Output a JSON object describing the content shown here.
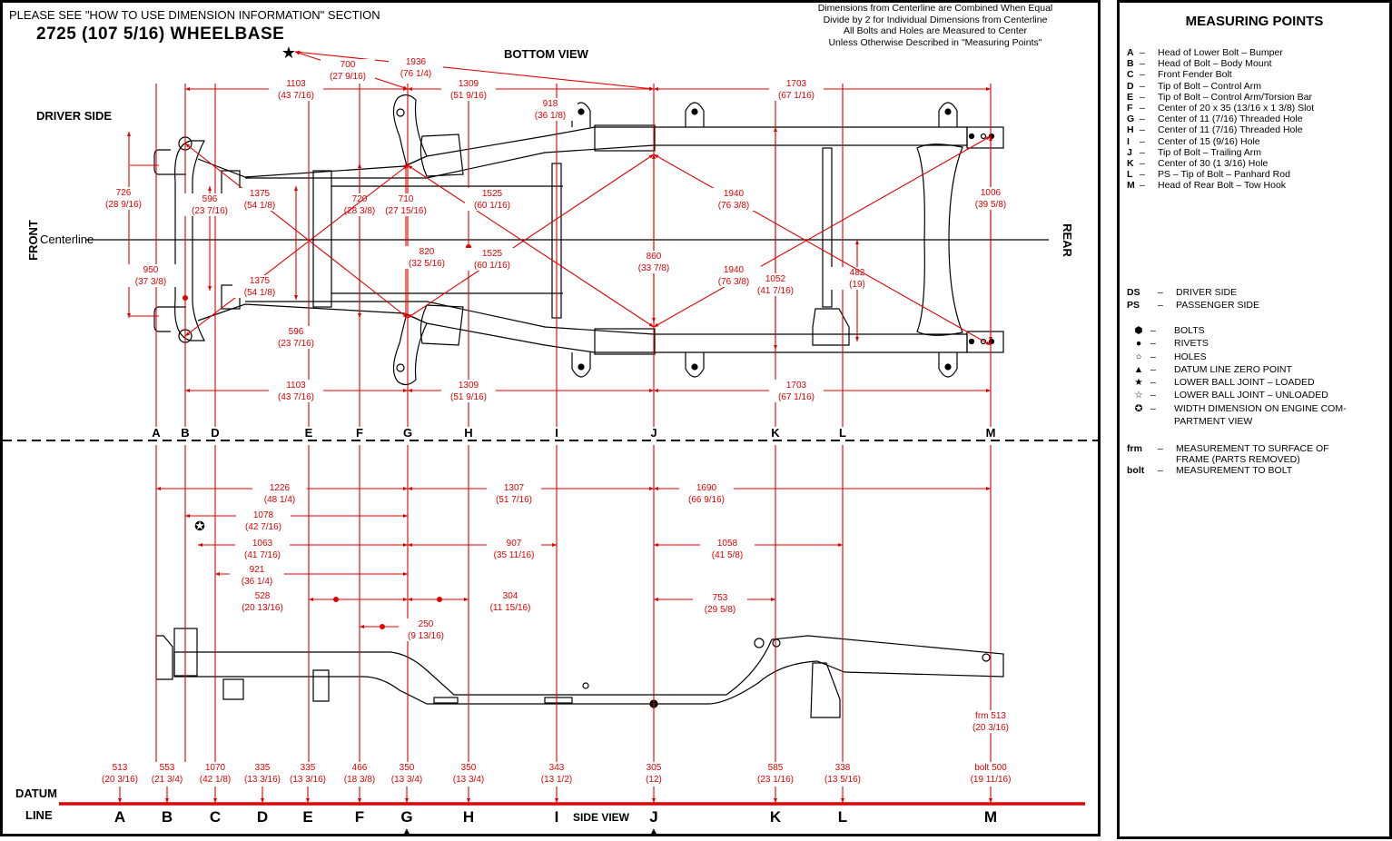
{
  "header": {
    "notice": "PLEASE SEE \"HOW TO USE DIMENSION INFORMATION\" SECTION",
    "wheelbase": "2725 (107 5/16) WHEELBASE",
    "bottom_view_title": "BOTTOM VIEW",
    "side_view_title": "SIDE VIEW",
    "notes": [
      "Dimensions from Centerline are Combined When Equal",
      "Divide by 2 for Individual Dimensions from Centerline",
      "All Bolts and Holes are Measured to Center",
      "Unless Otherwise Described in \"Measuring Points\""
    ]
  },
  "labels": {
    "driver_side": "DRIVER SIDE",
    "front": "FRONT",
    "rear": "REAR",
    "centerline": "Centerline",
    "datum": "DATUM",
    "line": "LINE"
  },
  "colors": {
    "dimension": "#e00000",
    "drawing": "#000000",
    "background": "#ffffff"
  },
  "points": [
    "A",
    "B",
    "C",
    "D",
    "E",
    "F",
    "G",
    "H",
    "I",
    "J",
    "K",
    "L",
    "M"
  ],
  "bottom_view_point_labels": [
    "A",
    "B",
    "D",
    "E",
    "F",
    "G",
    "H",
    "I",
    "J",
    "K",
    "L",
    "M"
  ],
  "datum_zero_points": [
    "G",
    "J"
  ],
  "bottom_view": {
    "lengths_top": [
      {
        "mm": "1103",
        "in": "(43 7/16)"
      },
      {
        "mm": "1309",
        "in": "(51 9/16)"
      },
      {
        "mm": "1703",
        "in": "(67 1/16)"
      }
    ],
    "lengths_bottom": [
      {
        "mm": "1103",
        "in": "(43 7/16)"
      },
      {
        "mm": "1309",
        "in": "(51 9/16)"
      },
      {
        "mm": "1703",
        "in": "(67 1/16)"
      }
    ],
    "ball_joint_to_g": {
      "mm": "700",
      "in": "(27 9/16)"
    },
    "ball_joint_to_j": {
      "mm": "1936",
      "in": "(76 1/4)"
    },
    "i_918": {
      "mm": "918",
      "in": "(36 1/8)"
    },
    "widths": [
      {
        "id": "a",
        "mm": "726",
        "in": "(28 9/16)"
      },
      {
        "id": "b",
        "mm": "950",
        "in": "(37 3/8)"
      },
      {
        "id": "d",
        "mm": "596",
        "in": "(23 7/16)"
      },
      {
        "id": "e",
        "mm": "596",
        "in": "(23 7/16)"
      },
      {
        "id": "f",
        "mm": "720",
        "in": "(28 3/8)"
      },
      {
        "id": "g",
        "mm": "710",
        "in": "(27 15/16)"
      },
      {
        "id": "h",
        "mm": "820",
        "in": "(32 5/16)"
      },
      {
        "id": "j",
        "mm": "860",
        "in": "(33 7/8)"
      },
      {
        "id": "k",
        "mm": "1052",
        "in": "(41 7/16)"
      },
      {
        "id": "l",
        "mm": "482",
        "in": "(19)"
      },
      {
        "id": "m",
        "mm": "1006",
        "in": "(39 5/8)"
      }
    ],
    "diagonals": [
      {
        "id": "bg1",
        "mm": "1375",
        "in": "(54 1/8)"
      },
      {
        "id": "bg2",
        "mm": "1375",
        "in": "(54 1/8)"
      },
      {
        "id": "gj1",
        "mm": "1525",
        "in": "(60 1/16)"
      },
      {
        "id": "gj2",
        "mm": "1525",
        "in": "(60 1/16)"
      },
      {
        "id": "jm1",
        "mm": "1940",
        "in": "(76 3/8)"
      },
      {
        "id": "jm2",
        "mm": "1940",
        "in": "(76 3/8)"
      }
    ]
  },
  "side_view": {
    "lengths": [
      {
        "id": "a-g",
        "mm": "1226",
        "in": "(48 1/4)"
      },
      {
        "id": "g-j",
        "mm": "1307",
        "in": "(51 7/16)"
      },
      {
        "id": "j-m",
        "mm": "1690",
        "in": "(66 9/16)"
      },
      {
        "id": "b-g",
        "mm": "1078",
        "in": "(42 7/16)"
      },
      {
        "id": "c-g",
        "mm": "1063",
        "in": "(41 7/16)"
      },
      {
        "id": "g-i",
        "mm": "907",
        "in": "(35 11/16)"
      },
      {
        "id": "j-l",
        "mm": "1058",
        "in": "(41 5/8)"
      },
      {
        "id": "d-g",
        "mm": "921",
        "in": "(36 1/4)"
      },
      {
        "id": "e-g",
        "mm": "528",
        "in": "(20 13/16)"
      },
      {
        "id": "g-h",
        "mm": "304",
        "in": "(11 15/16)"
      },
      {
        "id": "j-k",
        "mm": "753",
        "in": "(29 5/8)"
      },
      {
        "id": "f-g",
        "mm": "250",
        "in": "(9 13/16)"
      }
    ],
    "heights": [
      {
        "pt": "A",
        "mm": "513",
        "in": "(20 3/16)"
      },
      {
        "pt": "B",
        "mm": "553",
        "in": "(21 3/4)"
      },
      {
        "pt": "C",
        "mm": "1070",
        "in": "(42 1/8)"
      },
      {
        "pt": "D",
        "mm": "335",
        "in": "(13 3/16)"
      },
      {
        "pt": "E",
        "mm": "335",
        "in": "(13 3/16)"
      },
      {
        "pt": "F",
        "mm": "466",
        "in": "(18 3/8)"
      },
      {
        "pt": "G",
        "mm": "350",
        "in": "(13 3/4)"
      },
      {
        "pt": "H",
        "mm": "350",
        "in": "(13 3/4)"
      },
      {
        "pt": "I",
        "mm": "343",
        "in": "(13 1/2)"
      },
      {
        "pt": "J",
        "mm": "305",
        "in": "(12)"
      },
      {
        "pt": "K",
        "mm": "585",
        "in": "(23 1/16)"
      },
      {
        "pt": "L",
        "mm": "338",
        "in": "(13 5/16)"
      },
      {
        "pt": "M",
        "mm": "bolt 500",
        "in": "(19 11/16)"
      }
    ],
    "m_frame": {
      "mm": "frm 513",
      "in": "(20 3/16)"
    }
  },
  "measuring_points": {
    "title": "MEASURING POINTS",
    "items": [
      {
        "key": "A",
        "desc": "Head of Lower Bolt – Bumper"
      },
      {
        "key": "B",
        "desc": "Head of Bolt – Body Mount"
      },
      {
        "key": "C",
        "desc": "Front Fender Bolt"
      },
      {
        "key": "D",
        "desc": "Tip of Bolt – Control Arm"
      },
      {
        "key": "E",
        "desc": "Tip of Bolt – Control Arm/Torsion Bar"
      },
      {
        "key": "F",
        "desc": "Center of 20 x 35 (13/16 x 1 3/8) Slot"
      },
      {
        "key": "G",
        "desc": "Center of 11 (7/16) Threaded Hole"
      },
      {
        "key": "H",
        "desc": "Center of 11 (7/16) Threaded Hole"
      },
      {
        "key": "I",
        "desc": "Center of 15 (9/16) Hole"
      },
      {
        "key": "J",
        "desc": "Tip of Bolt – Trailing Arm"
      },
      {
        "key": "K",
        "desc": "Center of 30 (1 3/16) Hole"
      },
      {
        "key": "L",
        "desc": "PS – Tip of Bolt – Panhard Rod"
      },
      {
        "key": "M",
        "desc": "Head of Rear Bolt – Tow Hook"
      }
    ],
    "abbreviations": [
      {
        "key": "DS",
        "desc": "DRIVER SIDE"
      },
      {
        "key": "PS",
        "desc": "PASSENGER SIDE"
      }
    ],
    "symbols": [
      {
        "icon": "bolt-icon",
        "glyph": "⬢",
        "desc": "BOLTS"
      },
      {
        "icon": "rivet-icon",
        "glyph": "●",
        "desc": "RIVETS"
      },
      {
        "icon": "hole-icon",
        "glyph": "○",
        "desc": "HOLES"
      },
      {
        "icon": "datum-zero-icon",
        "glyph": "▲",
        "desc": "DATUM LINE ZERO POINT"
      },
      {
        "icon": "ball-joint-loaded-icon",
        "glyph": "★",
        "desc": "LOWER BALL JOINT – LOADED"
      },
      {
        "icon": "ball-joint-unloaded-icon",
        "glyph": "☆",
        "desc": "LOWER BALL JOINT – UNLOADED"
      },
      {
        "icon": "width-dimension-icon",
        "glyph": "✪",
        "desc": "WIDTH DIMENSION ON ENGINE COM-",
        "desc2": "PARTMENT VIEW"
      }
    ],
    "measurement_types": [
      {
        "key": "frm",
        "desc": "MEASUREMENT TO SURFACE OF",
        "desc2": "FRAME (PARTS REMOVED)"
      },
      {
        "key": "bolt",
        "desc": "MEASUREMENT TO BOLT"
      }
    ]
  }
}
